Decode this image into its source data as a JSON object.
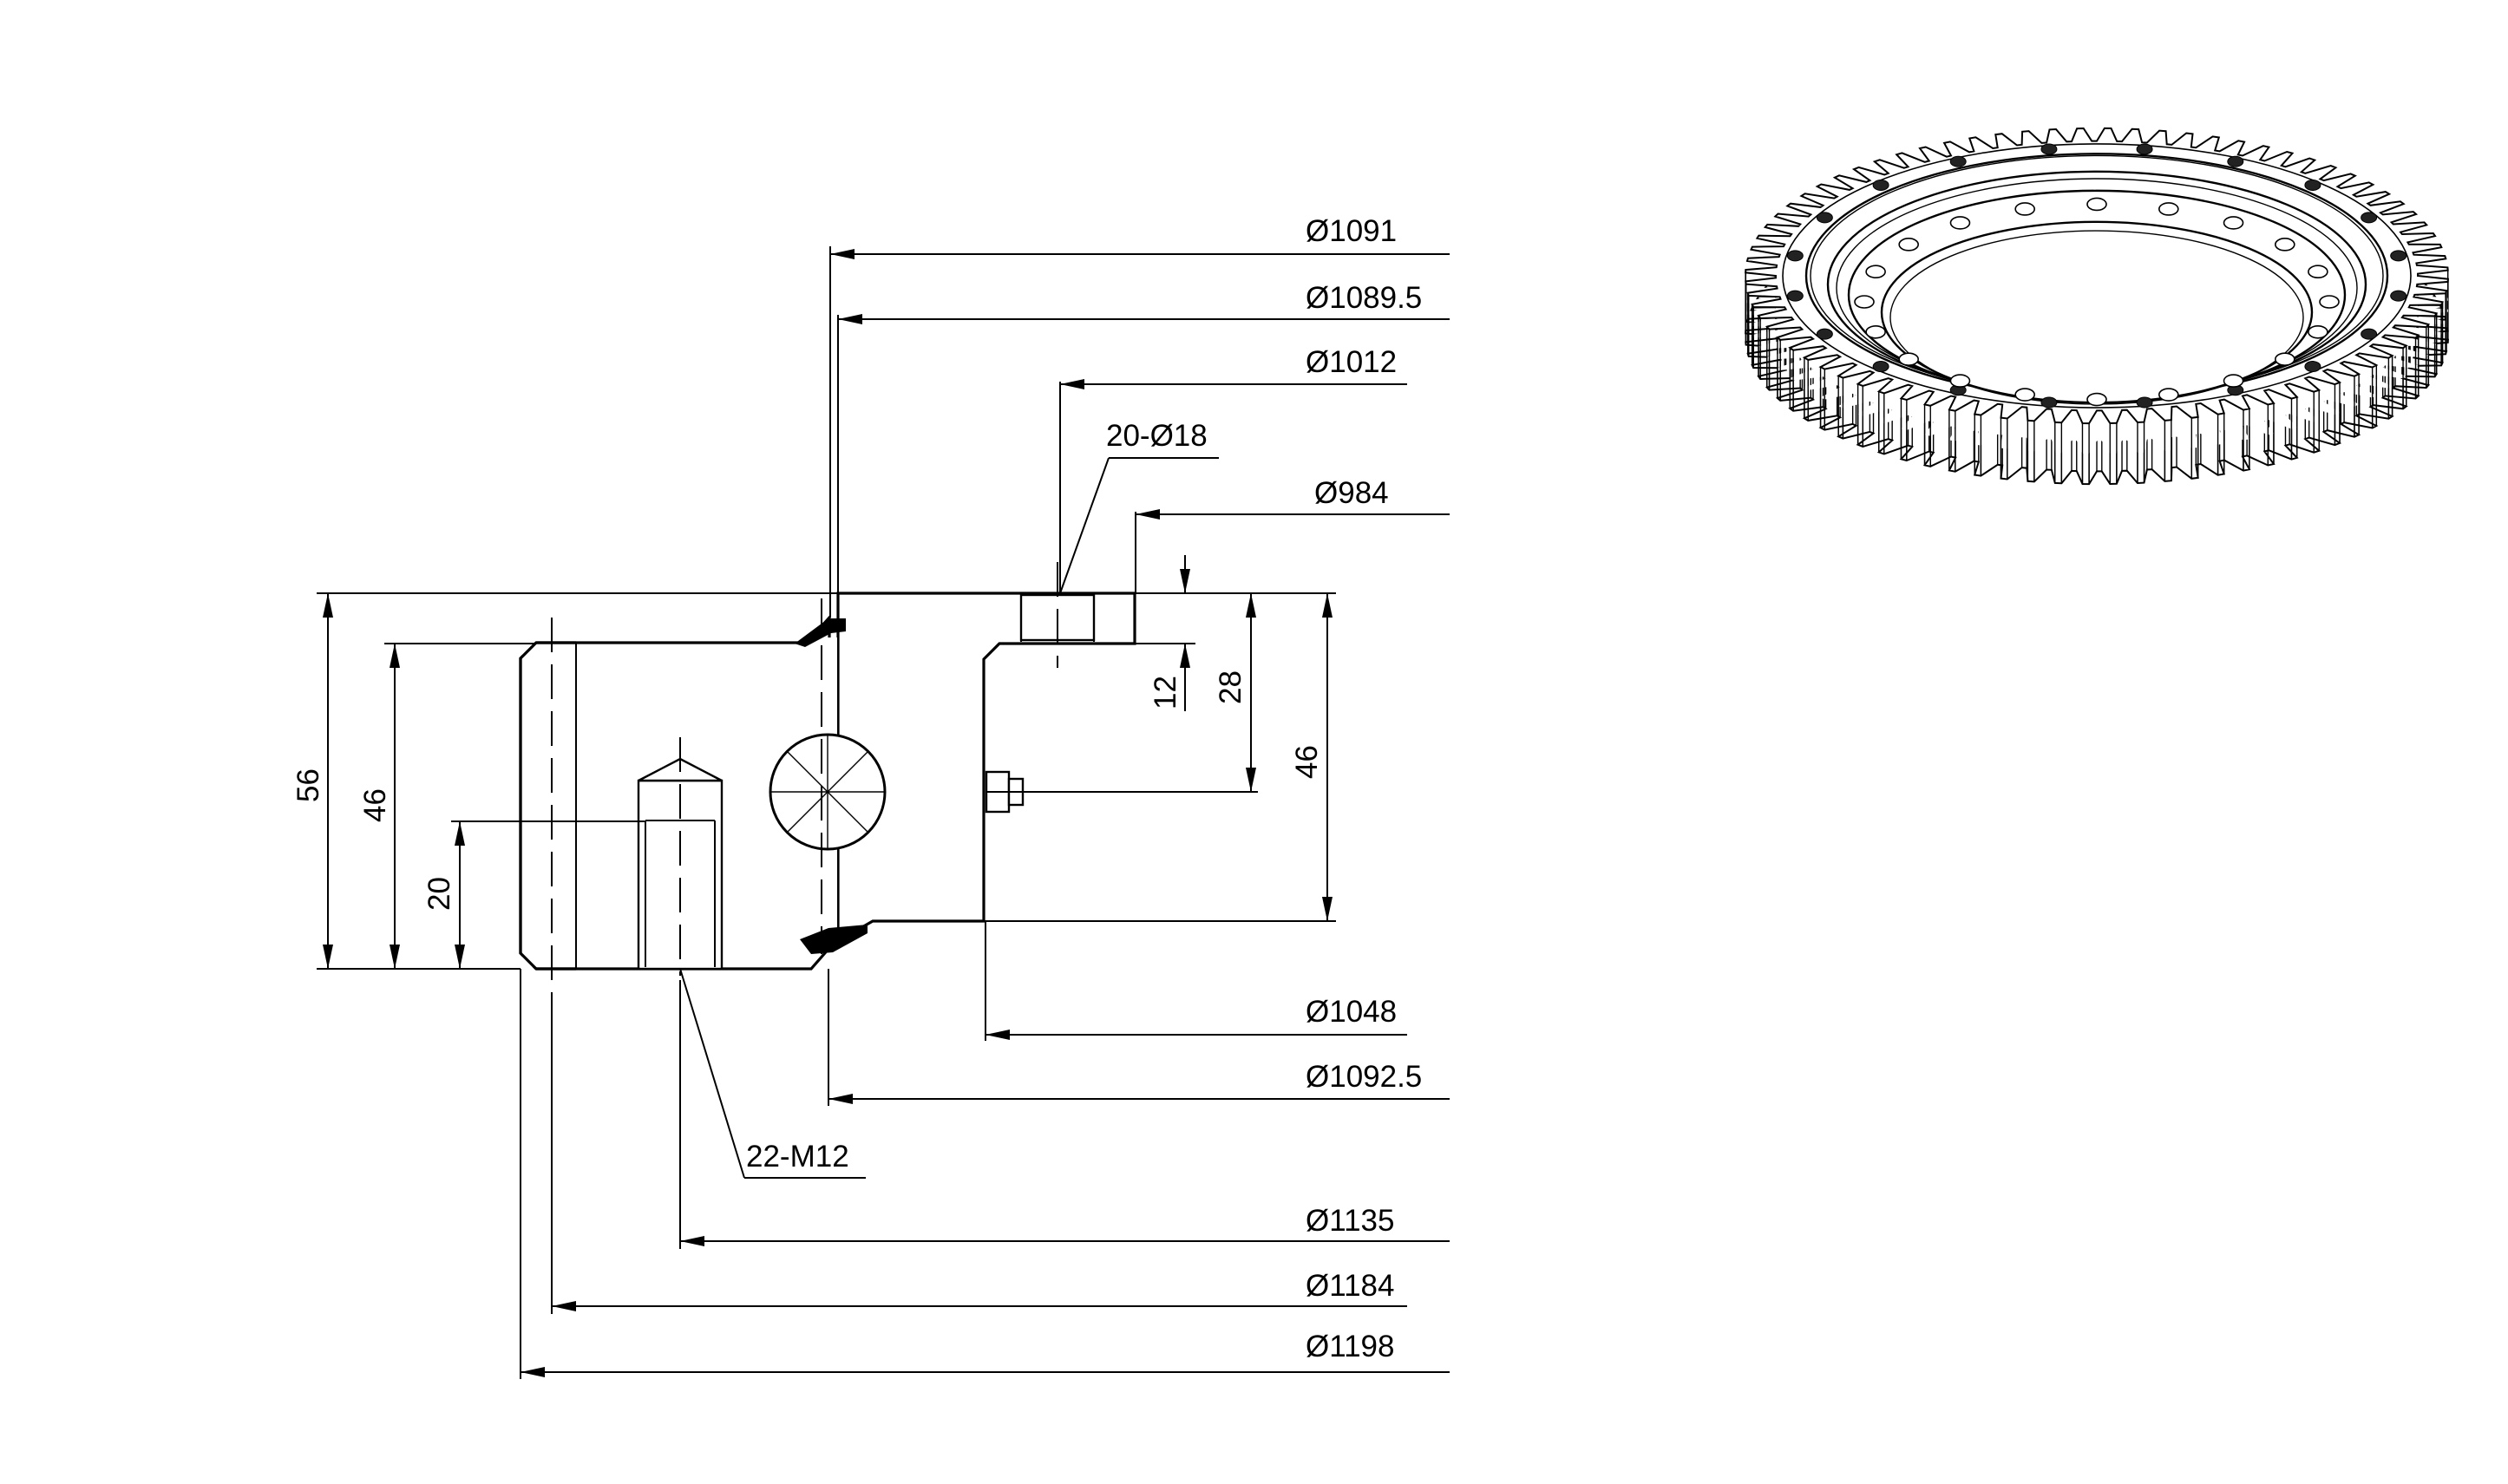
{
  "dimensions": {
    "d1091": "Ø1091",
    "d1089_5": "Ø1089.5",
    "d1012": "Ø1012",
    "holes_top": "20-Ø18",
    "d984": "Ø984",
    "d1048": "Ø1048",
    "d1092_5": "Ø1092.5",
    "thread_holes": "22-M12",
    "d1135": "Ø1135",
    "d1184": "Ø1184",
    "d1198": "Ø1198",
    "h56": "56",
    "h46_left": "46",
    "h20": "20",
    "h12": "12",
    "h28": "28",
    "h46_right": "46"
  },
  "gear": {
    "tooth_count": 80,
    "bolt_hole_count": 20
  }
}
